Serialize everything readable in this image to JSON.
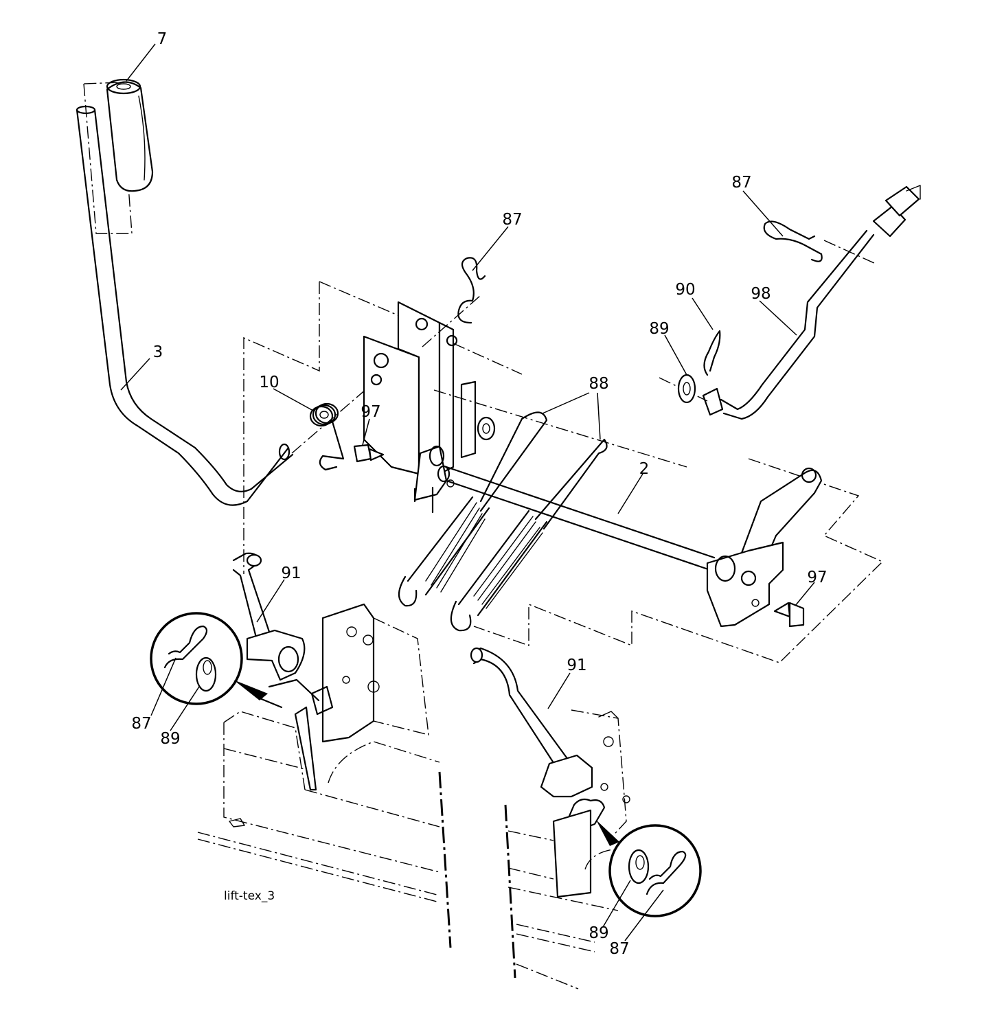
{
  "figure_label": "lift-tex_3",
  "callouts": [
    {
      "id": "c7",
      "text": "7"
    },
    {
      "id": "c3",
      "text": "3"
    },
    {
      "id": "c87a",
      "text": "87"
    },
    {
      "id": "c87b",
      "text": "87"
    },
    {
      "id": "c90",
      "text": "90"
    },
    {
      "id": "c98",
      "text": "98"
    },
    {
      "id": "c89a",
      "text": "89"
    },
    {
      "id": "c10",
      "text": "10"
    },
    {
      "id": "c97a",
      "text": "97"
    },
    {
      "id": "c88",
      "text": "88"
    },
    {
      "id": "c2",
      "text": "2"
    },
    {
      "id": "c91a",
      "text": "91"
    },
    {
      "id": "c97b",
      "text": "97"
    },
    {
      "id": "c91b",
      "text": "91"
    },
    {
      "id": "c87c",
      "text": "87"
    },
    {
      "id": "c89b",
      "text": "89"
    },
    {
      "id": "c89c",
      "text": "89"
    },
    {
      "id": "c87d",
      "text": "87"
    }
  ]
}
